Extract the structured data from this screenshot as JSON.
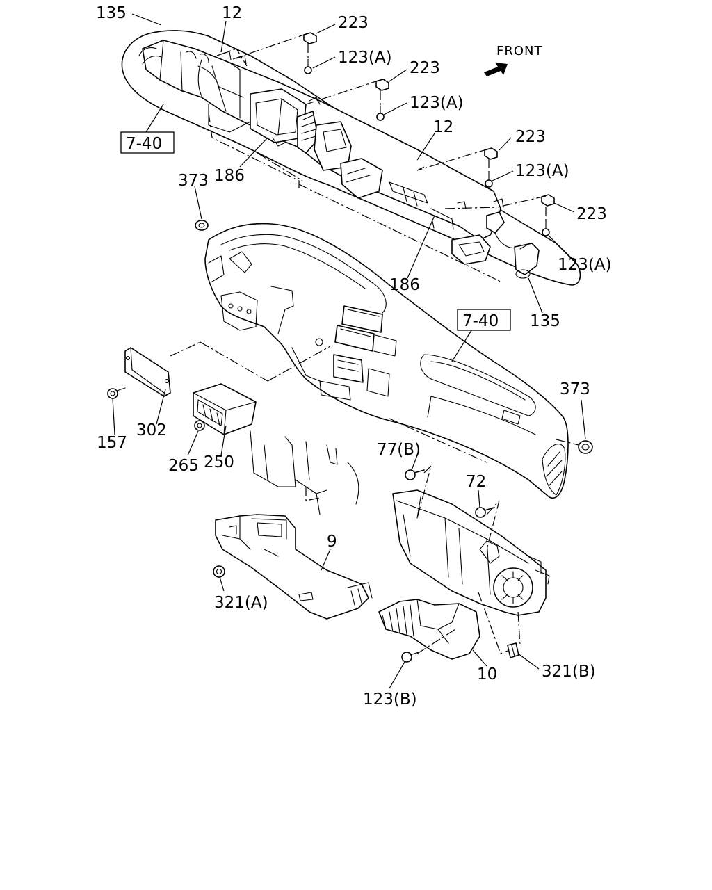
{
  "direction": {
    "text": "FRONT"
  },
  "callouts": [
    {
      "id": "c135a",
      "text": "135"
    },
    {
      "id": "c12a",
      "text": "12"
    },
    {
      "id": "c223a",
      "text": "223"
    },
    {
      "id": "c123aa",
      "text": "123(A)"
    },
    {
      "id": "c223b",
      "text": "223"
    },
    {
      "id": "c123ab",
      "text": "123(A)"
    },
    {
      "id": "c740a",
      "text": "7-40"
    },
    {
      "id": "c12b",
      "text": "12"
    },
    {
      "id": "c223c",
      "text": "223"
    },
    {
      "id": "c373a",
      "text": "373"
    },
    {
      "id": "c186a",
      "text": "186"
    },
    {
      "id": "c123ac",
      "text": "123(A)"
    },
    {
      "id": "c223d",
      "text": "223"
    },
    {
      "id": "c123ad",
      "text": "123(A)"
    },
    {
      "id": "c186b",
      "text": "186"
    },
    {
      "id": "c135b",
      "text": "135"
    },
    {
      "id": "c740b",
      "text": "7-40"
    },
    {
      "id": "c373b",
      "text": "373"
    },
    {
      "id": "c157",
      "text": "157"
    },
    {
      "id": "c302",
      "text": "302"
    },
    {
      "id": "c265",
      "text": "265"
    },
    {
      "id": "c250",
      "text": "250"
    },
    {
      "id": "c77b",
      "text": "77(B)"
    },
    {
      "id": "c72",
      "text": "72"
    },
    {
      "id": "c9",
      "text": "9"
    },
    {
      "id": "c321a",
      "text": "321(A)"
    },
    {
      "id": "c10",
      "text": "10"
    },
    {
      "id": "c321b",
      "text": "321(B)"
    },
    {
      "id": "c123b",
      "text": "123(B)"
    }
  ]
}
